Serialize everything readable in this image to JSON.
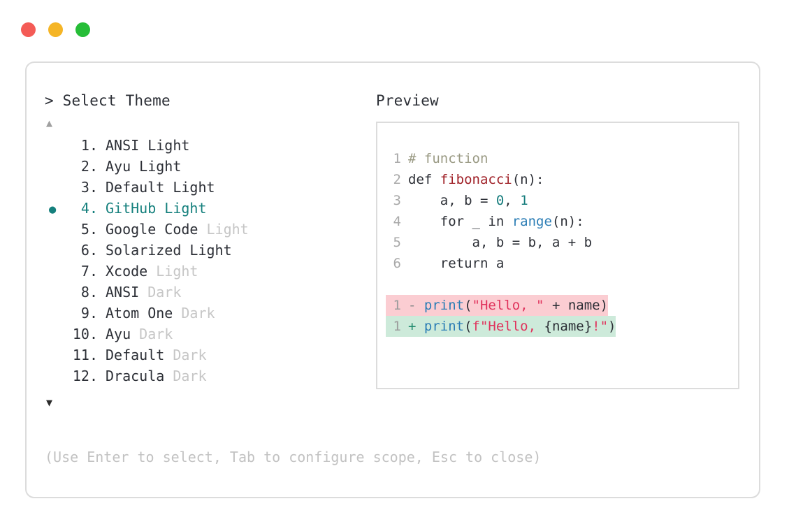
{
  "window": {
    "dots": [
      {
        "name": "close",
        "color": "#f45b56"
      },
      {
        "name": "minimize",
        "color": "#f5b526"
      },
      {
        "name": "maximize",
        "color": "#26bd37"
      }
    ]
  },
  "selector": {
    "prompt": "> Select Theme",
    "scroll_up": "▲",
    "scroll_down": "▼",
    "selected_index": 4,
    "bullet": "●",
    "items": [
      {
        "index": "1.",
        "name": "ANSI",
        "variant": "Light",
        "variant_dim": false,
        "selected": false
      },
      {
        "index": "2.",
        "name": "Ayu",
        "variant": "Light",
        "variant_dim": false,
        "selected": false
      },
      {
        "index": "3.",
        "name": "Default",
        "variant": "Light",
        "variant_dim": false,
        "selected": false
      },
      {
        "index": "4.",
        "name": "GitHub",
        "variant": "Light",
        "variant_dim": false,
        "selected": true
      },
      {
        "index": "5.",
        "name": "Google Code",
        "variant": "Light",
        "variant_dim": true,
        "selected": false
      },
      {
        "index": "6.",
        "name": "Solarized",
        "variant": "Light",
        "variant_dim": false,
        "selected": false
      },
      {
        "index": "7.",
        "name": "Xcode",
        "variant": "Light",
        "variant_dim": true,
        "selected": false
      },
      {
        "index": "8.",
        "name": "ANSI",
        "variant": "Dark",
        "variant_dim": true,
        "selected": false
      },
      {
        "index": "9.",
        "name": "Atom One",
        "variant": "Dark",
        "variant_dim": true,
        "selected": false
      },
      {
        "index": "10.",
        "name": "Ayu",
        "variant": "Dark",
        "variant_dim": true,
        "selected": false
      },
      {
        "index": "11.",
        "name": "Default",
        "variant": "Dark",
        "variant_dim": true,
        "selected": false
      },
      {
        "index": "12.",
        "name": "Dracula",
        "variant": "Dark",
        "variant_dim": true,
        "selected": false
      }
    ],
    "hint": "(Use Enter to select, Tab to configure scope, Esc to close)"
  },
  "preview": {
    "title": "Preview",
    "code_lines": [
      {
        "n": "1",
        "tokens": [
          {
            "t": "# function",
            "c": "tok-comment"
          }
        ]
      },
      {
        "n": "2",
        "tokens": [
          {
            "t": "def ",
            "c": "tok-kw"
          },
          {
            "t": "fibonacci",
            "c": "tok-fn"
          },
          {
            "t": "(n):",
            "c": "tok-plain"
          }
        ]
      },
      {
        "n": "3",
        "tokens": [
          {
            "t": "    a, b = ",
            "c": "tok-plain"
          },
          {
            "t": "0",
            "c": "tok-num"
          },
          {
            "t": ", ",
            "c": "tok-plain"
          },
          {
            "t": "1",
            "c": "tok-num"
          }
        ]
      },
      {
        "n": "4",
        "tokens": [
          {
            "t": "    for _ in ",
            "c": "tok-plain"
          },
          {
            "t": "range",
            "c": "tok-builtin"
          },
          {
            "t": "(n):",
            "c": "tok-plain"
          }
        ]
      },
      {
        "n": "5",
        "tokens": [
          {
            "t": "        a, b = b, a + b",
            "c": "tok-plain"
          }
        ]
      },
      {
        "n": "6",
        "tokens": [
          {
            "t": "    return a",
            "c": "tok-plain"
          }
        ]
      }
    ],
    "diff_lines": [
      {
        "n": "1",
        "kind": "del",
        "sign": "-",
        "tokens": [
          {
            "t": "print",
            "c": "tok-call"
          },
          {
            "t": "(",
            "c": "tok-plain"
          },
          {
            "t": "\"Hello, \"",
            "c": "tok-str"
          },
          {
            "t": " + name)",
            "c": "tok-plain"
          }
        ]
      },
      {
        "n": "1",
        "kind": "add",
        "sign": "+",
        "tokens": [
          {
            "t": "print",
            "c": "tok-call"
          },
          {
            "t": "(",
            "c": "tok-plain"
          },
          {
            "t": "f\"Hello, ",
            "c": "tok-str"
          },
          {
            "t": "{name}",
            "c": "tok-plain"
          },
          {
            "t": "!\"",
            "c": "tok-str"
          },
          {
            "t": ")",
            "c": "tok-plain"
          }
        ]
      }
    ]
  }
}
